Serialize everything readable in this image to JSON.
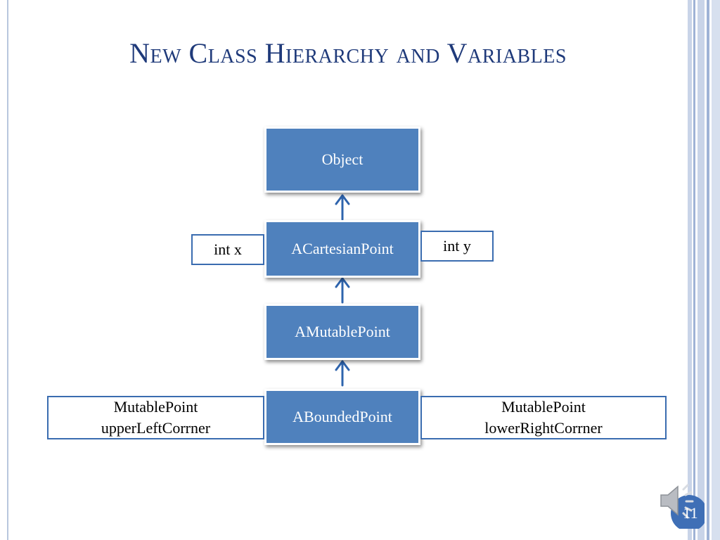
{
  "slide": {
    "title": "New Class Hierarchy and Variables",
    "number": "11"
  },
  "colors": {
    "title": "#1f3a7a",
    "class_fill": "#4f81bd",
    "arrow": "#2e64ad",
    "variable_border": "#3a6cb0"
  },
  "classes": {
    "object": "Object",
    "cartesian_point": "ACartesianPoint",
    "mutable_point": "AMutablePoint",
    "bounded_point": "ABoundedPoint"
  },
  "variables": {
    "int_x": "int x",
    "int_y": "int y",
    "upper_left": {
      "type": "MutablePoint",
      "name": "upperLeftCorrner"
    },
    "lower_right": {
      "type": "MutablePoint",
      "name": "lowerRightCorrner"
    }
  },
  "icons": {
    "audio": "speaker-icon"
  }
}
